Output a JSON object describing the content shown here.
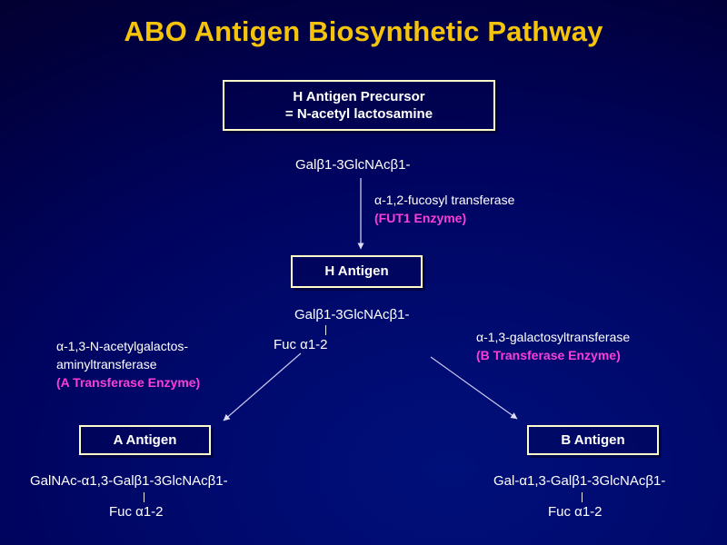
{
  "slide": {
    "title": "ABO Antigen Biosynthetic Pathway",
    "background_color": "#000066",
    "title_color": "#f5c40a",
    "box_border_color": "#ffffcc",
    "text_color": "#ffffff",
    "accent_color": "#fb3fd6"
  },
  "nodes": {
    "precursor": {
      "line1": "H Antigen Precursor",
      "line2": "= N-acetyl lactosamine",
      "structure": "Galβ1-3GlcNAcβ1-"
    },
    "h_antigen": {
      "label": "H Antigen",
      "structure_line1": "Galβ1-3GlcNAcβ1-",
      "structure_line2": "Fuc α1-2"
    },
    "a_antigen": {
      "label": "A Antigen",
      "structure_line1": "GalNAc-α1,3-Galβ1-3GlcNAcβ1-",
      "structure_line2": "Fuc α1-2"
    },
    "b_antigen": {
      "label": "B Antigen",
      "structure_line1": "Gal-α1,3-Galβ1-3GlcNAcβ1-",
      "structure_line2": "Fuc α1-2"
    }
  },
  "enzymes": {
    "fut1": {
      "name": "α-1,2-fucosyl transferase",
      "gene": "(FUT1 Enzyme)"
    },
    "a_transferase": {
      "name_line1": "α-1,3-N-acetylgalactos-",
      "name_line2": "aminyltransferase",
      "gene": "(A Transferase Enzyme)"
    },
    "b_transferase": {
      "name": "α-1,3-galactosyltransferase",
      "gene": "(B Transferase Enzyme)"
    }
  }
}
